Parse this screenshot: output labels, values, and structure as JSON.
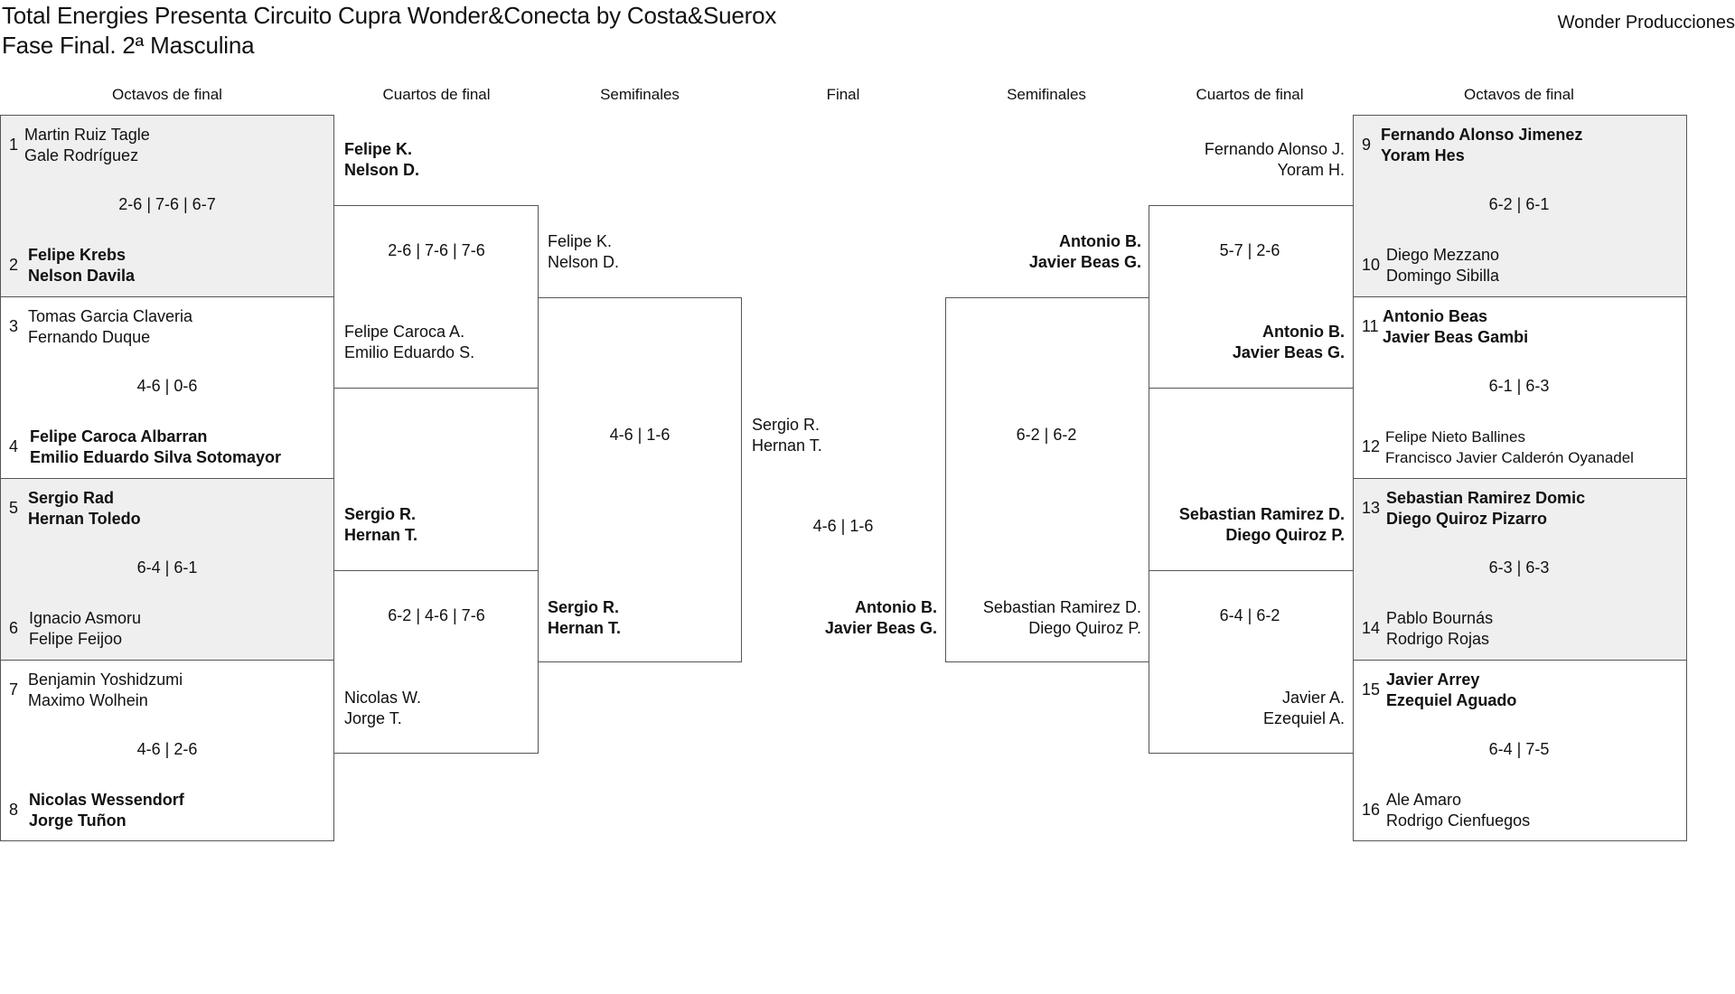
{
  "header": {
    "title_line1": "Total Energies Presenta Circuito Cupra Wonder&Conecta by Costa&Suerox",
    "title_line2": "Fase Final. 2ª Masculina",
    "brand": "Wonder Producciones"
  },
  "rounds": {
    "left_r16": "Octavos de final",
    "left_qf": "Cuartos de final",
    "left_sf": "Semifinales",
    "final": "Final",
    "right_sf": "Semifinales",
    "right_qf": "Cuartos de final",
    "right_r16": "Octavos de final"
  },
  "left_r16": [
    {
      "seed_a": "1",
      "a1": "Martin Ruiz Tagle",
      "a2": "Gale Rodríguez",
      "score": "2-6 | 7-6 | 6-7",
      "seed_b": "2",
      "b1": "Felipe Krebs",
      "b2": "Nelson Davila"
    },
    {
      "seed_a": "3",
      "a1": "Tomas Garcia Claveria",
      "a2": "Fernando Duque",
      "score": "4-6 | 0-6",
      "seed_b": "4",
      "b1": "Felipe Caroca Albarran",
      "b2": "Emilio Eduardo Silva Sotomayor"
    },
    {
      "seed_a": "5",
      "a1": "Sergio Rad",
      "a2": "Hernan Toledo",
      "score": "6-4 | 6-1",
      "seed_b": "6",
      "b1": "Ignacio Asmoru",
      "b2": "Felipe Feijoo"
    },
    {
      "seed_a": "7",
      "a1": "Benjamin Yoshidzumi",
      "a2": "Maximo Wolhein",
      "score": "4-6 | 2-6",
      "seed_b": "8",
      "b1": "Nicolas Wessendorf",
      "b2": "Jorge Tuñon"
    }
  ],
  "left_qf": [
    {
      "a1": "Felipe K.",
      "a2": "Nelson D.",
      "score": "2-6 | 7-6 | 7-6",
      "b1": "Felipe Caroca A.",
      "b2": "Emilio Eduardo S."
    },
    {
      "a1": "Sergio R.",
      "a2": "Hernan T.",
      "score": "6-2 | 4-6 | 7-6",
      "b1": "Nicolas W.",
      "b2": "Jorge T."
    }
  ],
  "left_sf": {
    "a1": "Felipe K.",
    "a2": "Nelson D.",
    "score": "4-6 | 1-6",
    "b1": "Sergio R.",
    "b2": "Hernan T."
  },
  "final": {
    "a1": "Sergio R.",
    "a2": "Hernan T.",
    "score": "4-6 | 1-6",
    "b1": "Antonio B.",
    "b2": "Javier Beas G."
  },
  "right_sf": {
    "a1": "Antonio B.",
    "a2": "Javier Beas G.",
    "score": "6-2 | 6-2",
    "b1": "Sebastian Ramirez D.",
    "b2": "Diego Quiroz P."
  },
  "right_qf": [
    {
      "a1": "Fernando Alonso J.",
      "a2": "Yoram H.",
      "score": "5-7 | 2-6",
      "b1": "Antonio B.",
      "b2": "Javier Beas G."
    },
    {
      "a1": "Sebastian Ramirez D.",
      "a2": "Diego Quiroz P.",
      "score": "6-4 | 6-2",
      "b1": "Javier A.",
      "b2": "Ezequiel A."
    }
  ],
  "right_r16": [
    {
      "seed_a": "9",
      "a1": "Fernando Alonso Jimenez",
      "a2": "Yoram Hes",
      "score": "6-2 | 6-1",
      "seed_b": "10",
      "b1": "Diego Mezzano",
      "b2": "Domingo Sibilla"
    },
    {
      "seed_a": "11",
      "a1": "Antonio Beas",
      "a2": "Javier Beas Gambi",
      "score": "6-1 | 6-3",
      "seed_b": "12",
      "b1": "Felipe Nieto Ballines",
      "b2": "Francisco Javier Calderón Oyanadel"
    },
    {
      "seed_a": "13",
      "a1": "Sebastian Ramirez Domic",
      "a2": "Diego Quiroz Pizarro",
      "score": "6-3 | 6-3",
      "seed_b": "14",
      "b1": "Pablo Bournás",
      "b2": "Rodrigo Rojas"
    },
    {
      "seed_a": "15",
      "a1": "Javier Arrey",
      "a2": "Ezequiel Aguado",
      "score": "6-4 | 7-5",
      "seed_b": "16",
      "b1": "Ale Amaro",
      "b2": "Rodrigo Cienfuegos"
    }
  ]
}
